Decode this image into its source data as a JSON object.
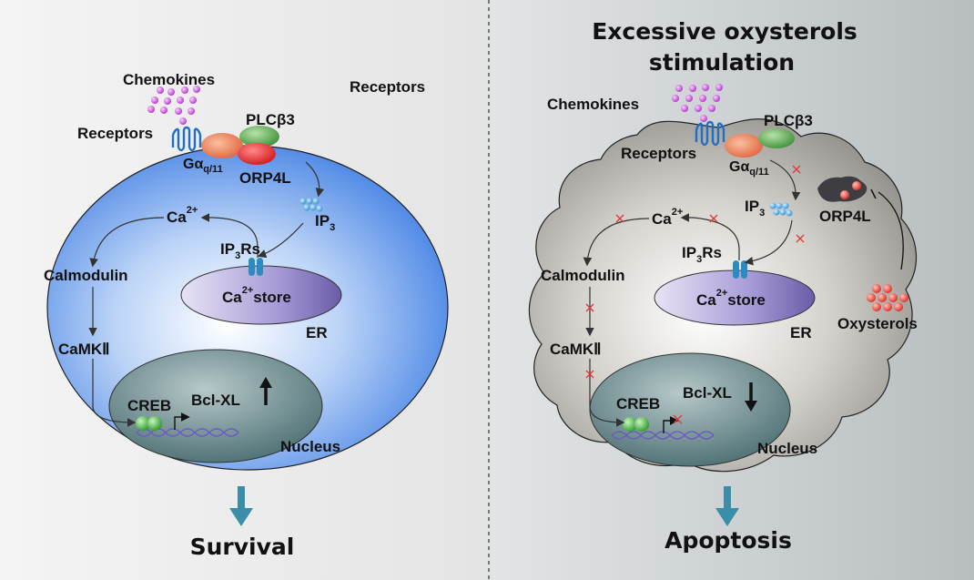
{
  "left_panel": {
    "chemokines": "Chemokines",
    "receptors_top": "Receptors",
    "receptors": "Receptors",
    "plc": "PLCβ3",
    "g_alpha": "Gα",
    "g_alpha_sub": "q/11",
    "orp4l": "ORP4L",
    "ip3_base": "IP",
    "ip3_sub": "3",
    "ca_base": "Ca",
    "ca_sup": "2+",
    "ip3rs_base": "IP",
    "ip3rs_sub": "3",
    "ip3rs_tail": "Rs",
    "store_ca": "Ca",
    "store_sup": "2+",
    "store_word": "store",
    "er": "ER",
    "calmodulin": "Calmodulin",
    "camk": "CaMKⅡ",
    "creb": "CREB",
    "bclxl": "Bcl-XL",
    "nucleus": "Nucleus",
    "outcome": "Survival"
  },
  "right_panel": {
    "title_line1": "Excessive oxysterols",
    "title_line2": "stimulation",
    "chemokines": "Chemokines",
    "receptors": "Receptors",
    "plc": "PLCβ3",
    "g_alpha": "Gα",
    "g_alpha_sub": "q/11",
    "orp4l": "ORP4L",
    "ip3_base": "IP",
    "ip3_sub": "3",
    "ca_base": "Ca",
    "ca_sup": "2+",
    "ip3rs_base": "IP",
    "ip3rs_sub": "3",
    "ip3rs_tail": "Rs",
    "store_ca": "Ca",
    "store_sup": "2+",
    "store_word": "store",
    "er": "ER",
    "calmodulin": "Calmodulin",
    "camk": "CaMKⅡ",
    "creb": "CREB",
    "bclxl": "Bcl-XL",
    "nucleus": "Nucleus",
    "oxysterols": "Oxysterols",
    "outcome": "Apoptosis"
  },
  "colors": {
    "cell_blue": "#4a86e6",
    "cell_gray": "#9a9892",
    "nucleus": "#5d7f82",
    "er": "#7d6fb3",
    "orange": "#e8724a",
    "green": "#4e9e47",
    "red": "#e02a2a",
    "purple": "#c040d8",
    "arrow_teal": "#3a8ea8",
    "inhibit_x": "#e03a3a"
  }
}
